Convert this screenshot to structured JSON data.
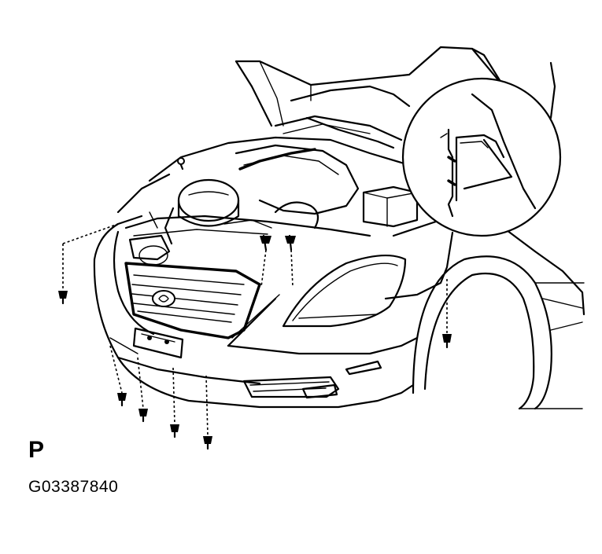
{
  "figure": {
    "view_label": "P",
    "figure_code": "G03387840",
    "line_color": "#000000",
    "background_color": "#ffffff"
  },
  "fasteners": [
    {
      "name": "clip-upper-left",
      "kind": "clip"
    },
    {
      "name": "clip-fender",
      "kind": "clip"
    },
    {
      "name": "screw-bottom-1",
      "kind": "screw"
    },
    {
      "name": "screw-bottom-2",
      "kind": "screw"
    },
    {
      "name": "screw-bottom-3",
      "kind": "screw"
    },
    {
      "name": "screw-bottom-4",
      "kind": "screw"
    },
    {
      "name": "clip-hood-left",
      "kind": "clip"
    },
    {
      "name": "clip-hood-right",
      "kind": "clip"
    }
  ],
  "inset": {
    "shape": "circle",
    "content": "bumper-retainer-detail"
  }
}
